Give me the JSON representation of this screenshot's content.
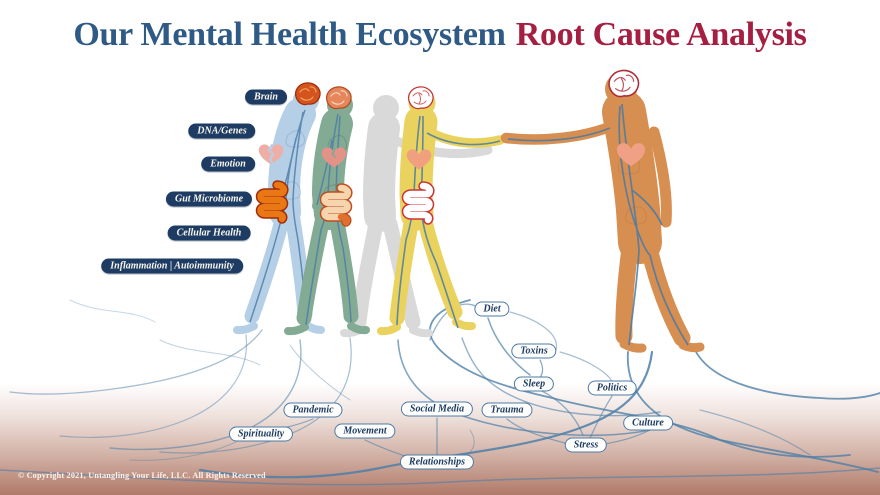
{
  "title": {
    "part1": "Our Mental Health Ecosystem",
    "part2": "Root Cause Analysis"
  },
  "body_labels": [
    {
      "label": "Brain"
    },
    {
      "label": "DNA/Genes"
    },
    {
      "label": "Emotion"
    },
    {
      "label": "Gut Microbiome"
    },
    {
      "label": "Cellular Health"
    },
    {
      "label": "Inflammation | Autoimmunity"
    }
  ],
  "root_labels": [
    {
      "label": "Diet"
    },
    {
      "label": "Toxins"
    },
    {
      "label": "Sleep"
    },
    {
      "label": "Politics"
    },
    {
      "label": "Pandemic"
    },
    {
      "label": "Social Media"
    },
    {
      "label": "Trauma"
    },
    {
      "label": "Spirituality"
    },
    {
      "label": "Movement"
    },
    {
      "label": "Culture"
    },
    {
      "label": "Stress"
    },
    {
      "label": "Relationships"
    }
  ],
  "figures": [
    {
      "name": "declining-figure",
      "color": "#b5cfe6",
      "organs": [
        "brain",
        "broken-heart",
        "gut"
      ]
    },
    {
      "name": "struggling-figure",
      "color": "#83ab93",
      "organs": [
        "brain",
        "heart",
        "gut"
      ]
    },
    {
      "name": "transition-figure",
      "color": "#d9d9d9",
      "organs": []
    },
    {
      "name": "recovering-figure",
      "color": "#e9d35e",
      "organs": [
        "brain",
        "heart",
        "gut"
      ]
    },
    {
      "name": "thriving-figure",
      "color": "#d78e51",
      "organs": [
        "brain",
        "heart"
      ]
    }
  ],
  "footer": {
    "copyright": "© Copyright 2021, Untangling Your Life, LLC. All Rights Reserved"
  },
  "colors": {
    "title_primary": "#2e5a85",
    "title_accent": "#a51f42",
    "body_pill_bg": "#1e3c63",
    "root_pill_border": "#4e7aa5",
    "root_line": "#4d7fa8",
    "soil": "#ac7361"
  }
}
